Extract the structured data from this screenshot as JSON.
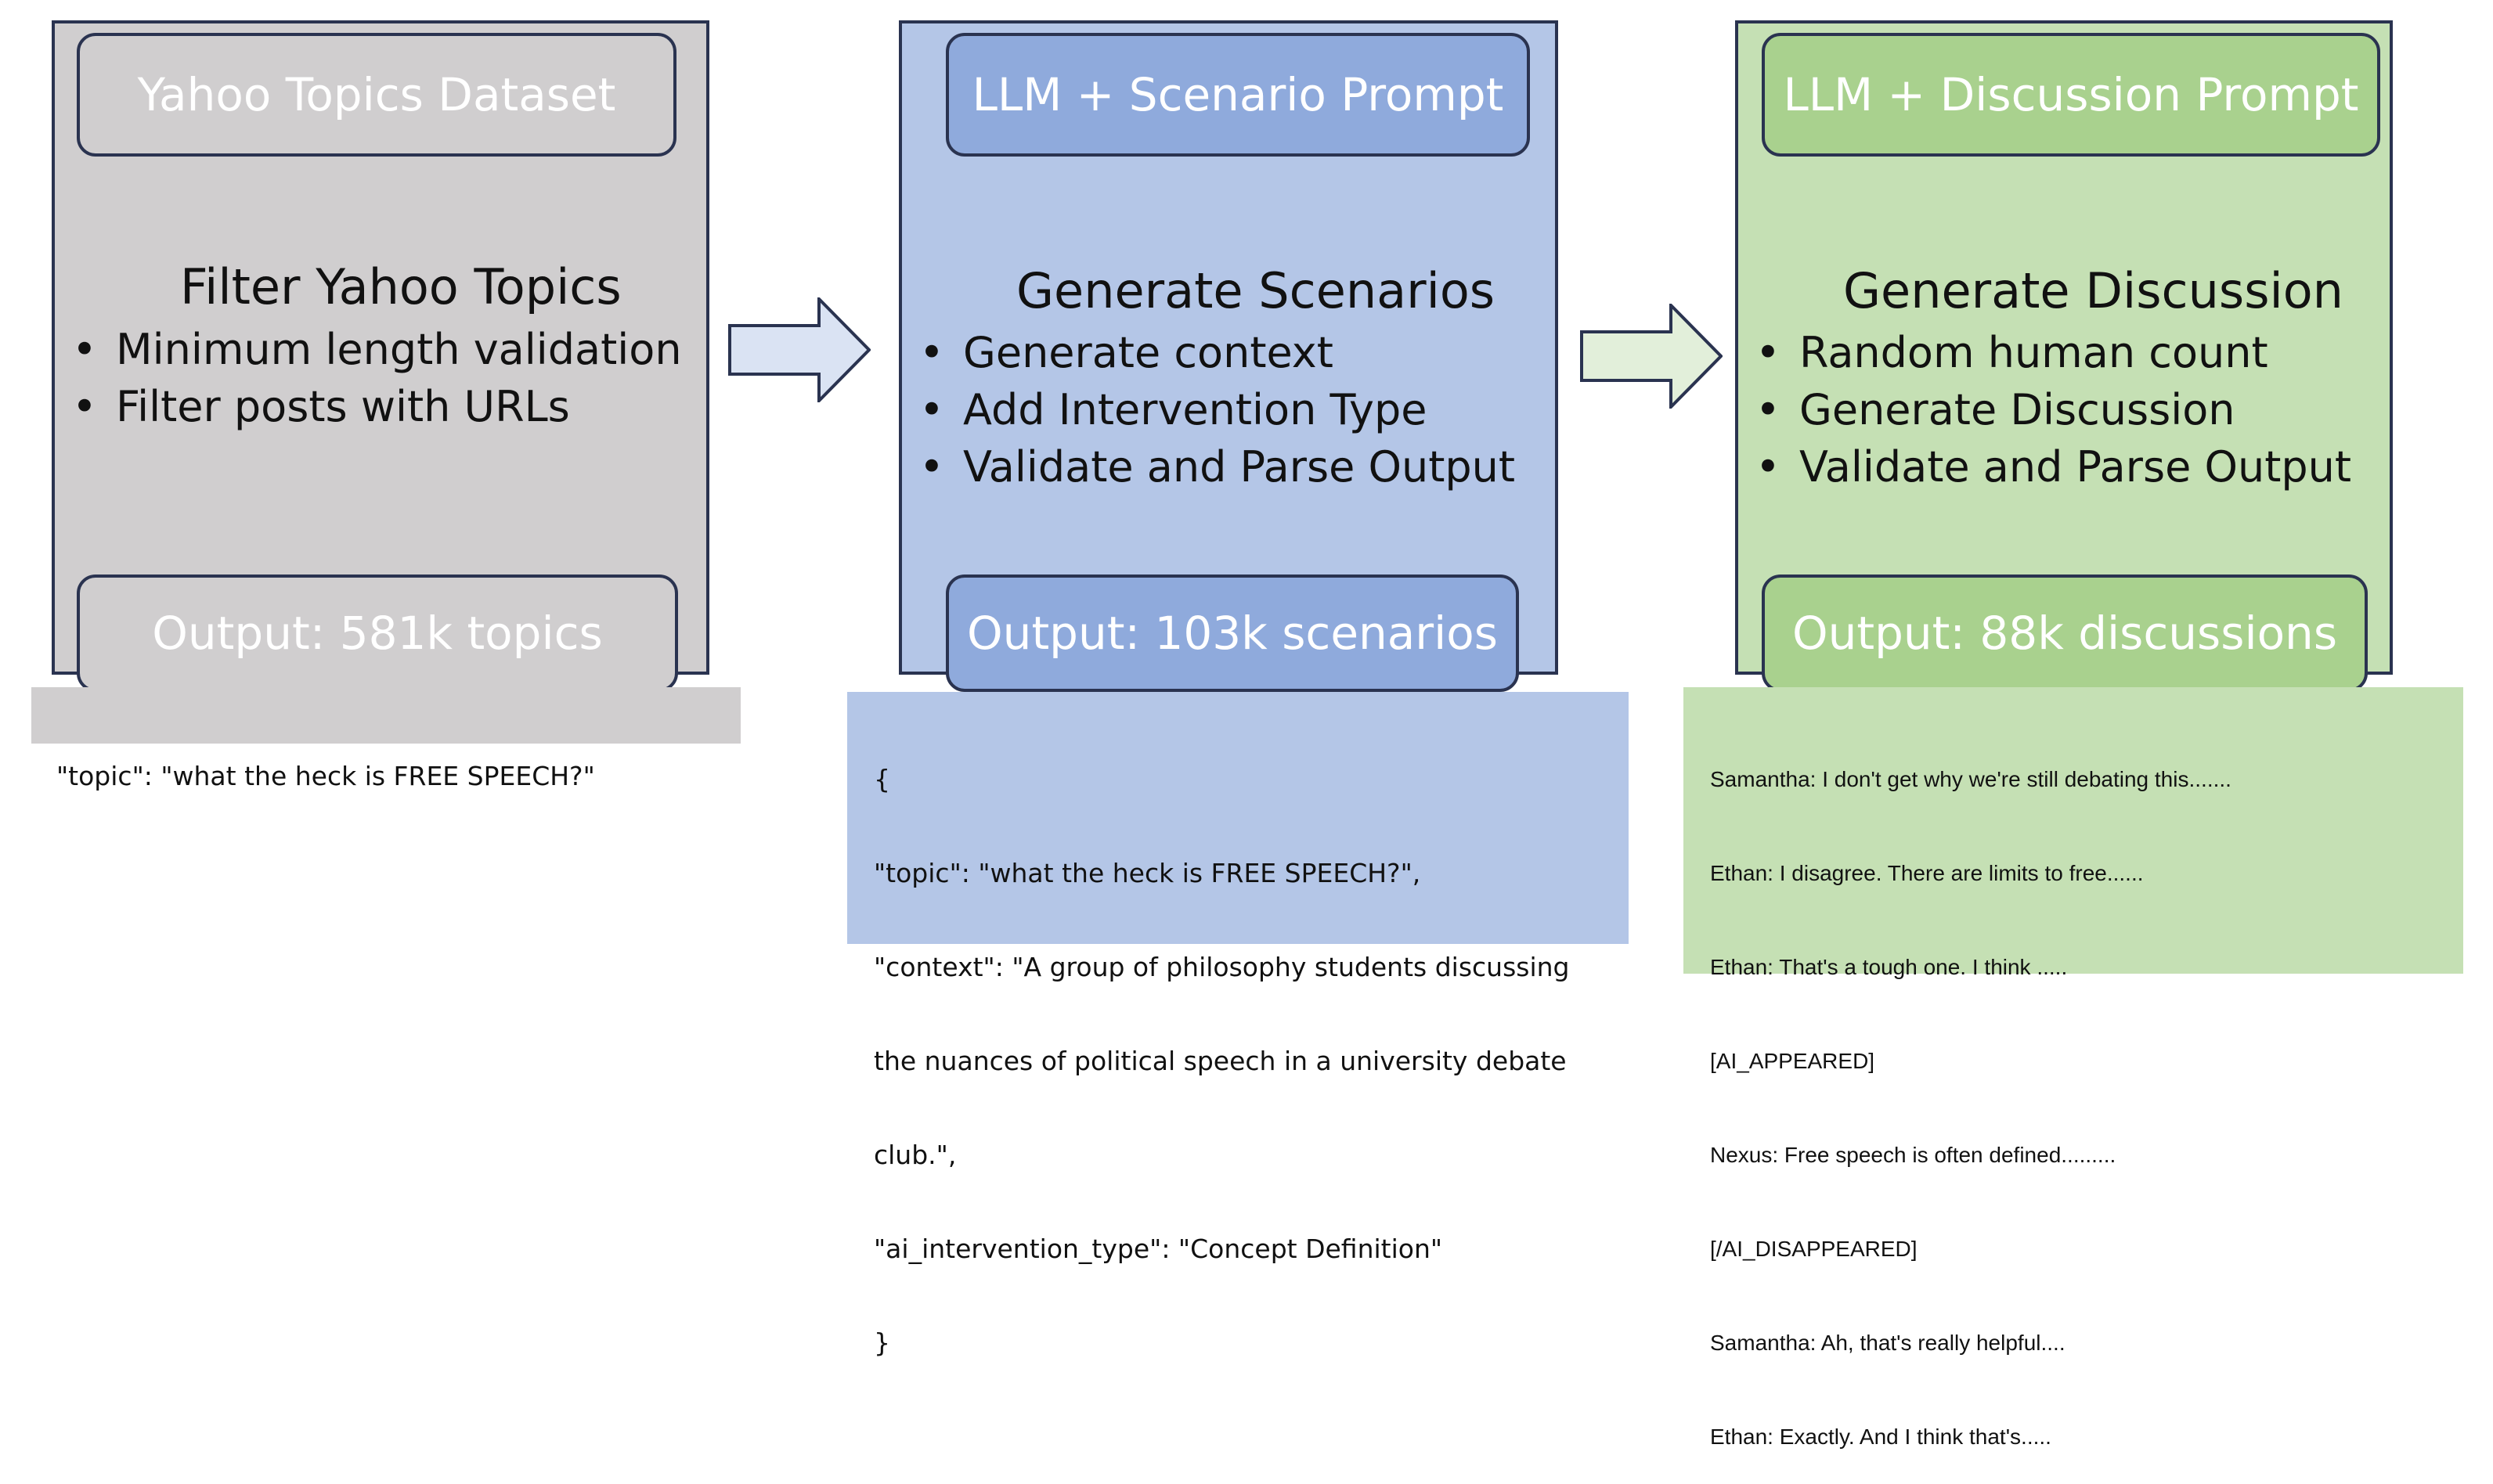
{
  "stages": [
    {
      "header": "Yahoo Topics Dataset",
      "title": "Filter Yahoo Topics",
      "bullets": [
        "Minimum length validation",
        "Filter posts with URLs"
      ],
      "output": "Output: 581k topics",
      "sample": [
        "\"topic\": \"what the heck is FREE SPEECH?\""
      ]
    },
    {
      "header": "LLM + Scenario Prompt",
      "title": "Generate Scenarios",
      "bullets": [
        "Generate context",
        "Add Intervention Type",
        "Validate and Parse Output"
      ],
      "output": "Output: 103k scenarios",
      "sample": [
        "{",
        "\"topic\": \"what the heck is FREE SPEECH?\",",
        "\"context\": \"A group of philosophy students discussing",
        "the nuances of political speech in a university debate",
        "club.\",",
        "\"ai_intervention_type\": \"Concept Definition\"",
        "}"
      ]
    },
    {
      "header": "LLM + Discussion Prompt",
      "title": "Generate Discussion",
      "bullets": [
        "Random human count",
        "Generate Discussion",
        "Validate and Parse Output"
      ],
      "output": "Output: 88k discussions",
      "sample": [
        "Samantha: I don't get why we're still debating this.......",
        "Ethan: I disagree. There are limits to free......",
        "Ethan: That's a tough one. I think .....",
        "[AI_APPEARED]",
        "Nexus: Free speech is often defined.........",
        "[/AI_DISAPPEARED]",
        "Samantha: Ah, that's really helpful....",
        "Ethan: Exactly. And I think that's....."
      ]
    }
  ],
  "colors": {
    "gray": "#d0cecf",
    "blue_panel": "#b4c6e7",
    "blue_pill": "#8faadc",
    "green_panel": "#c5e0b4",
    "green_pill": "#a9d18e",
    "border": "#2a3350"
  }
}
